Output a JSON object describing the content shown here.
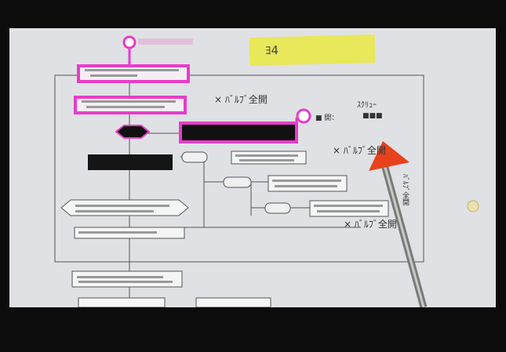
{
  "sticky_note": {
    "text": "ﾖ4"
  },
  "annotations": {
    "note1": "×  ﾊﾞﾙﾌﾞ全開",
    "note2": "×  ﾊﾞﾙﾌﾞ全開",
    "note3": "×  ﾊﾞﾙﾌﾞ全開",
    "pump": "ｽｸﾘｭｰ",
    "side_label": "ﾊﾞﾙﾌﾞ全開",
    "small1": "■ 開：",
    "small2": "■■■"
  },
  "colors": {
    "highlight": "#e83cc8",
    "pointer_tip": "#e8421c",
    "note": "#e9e75a",
    "paper": "#dfe1e4"
  }
}
